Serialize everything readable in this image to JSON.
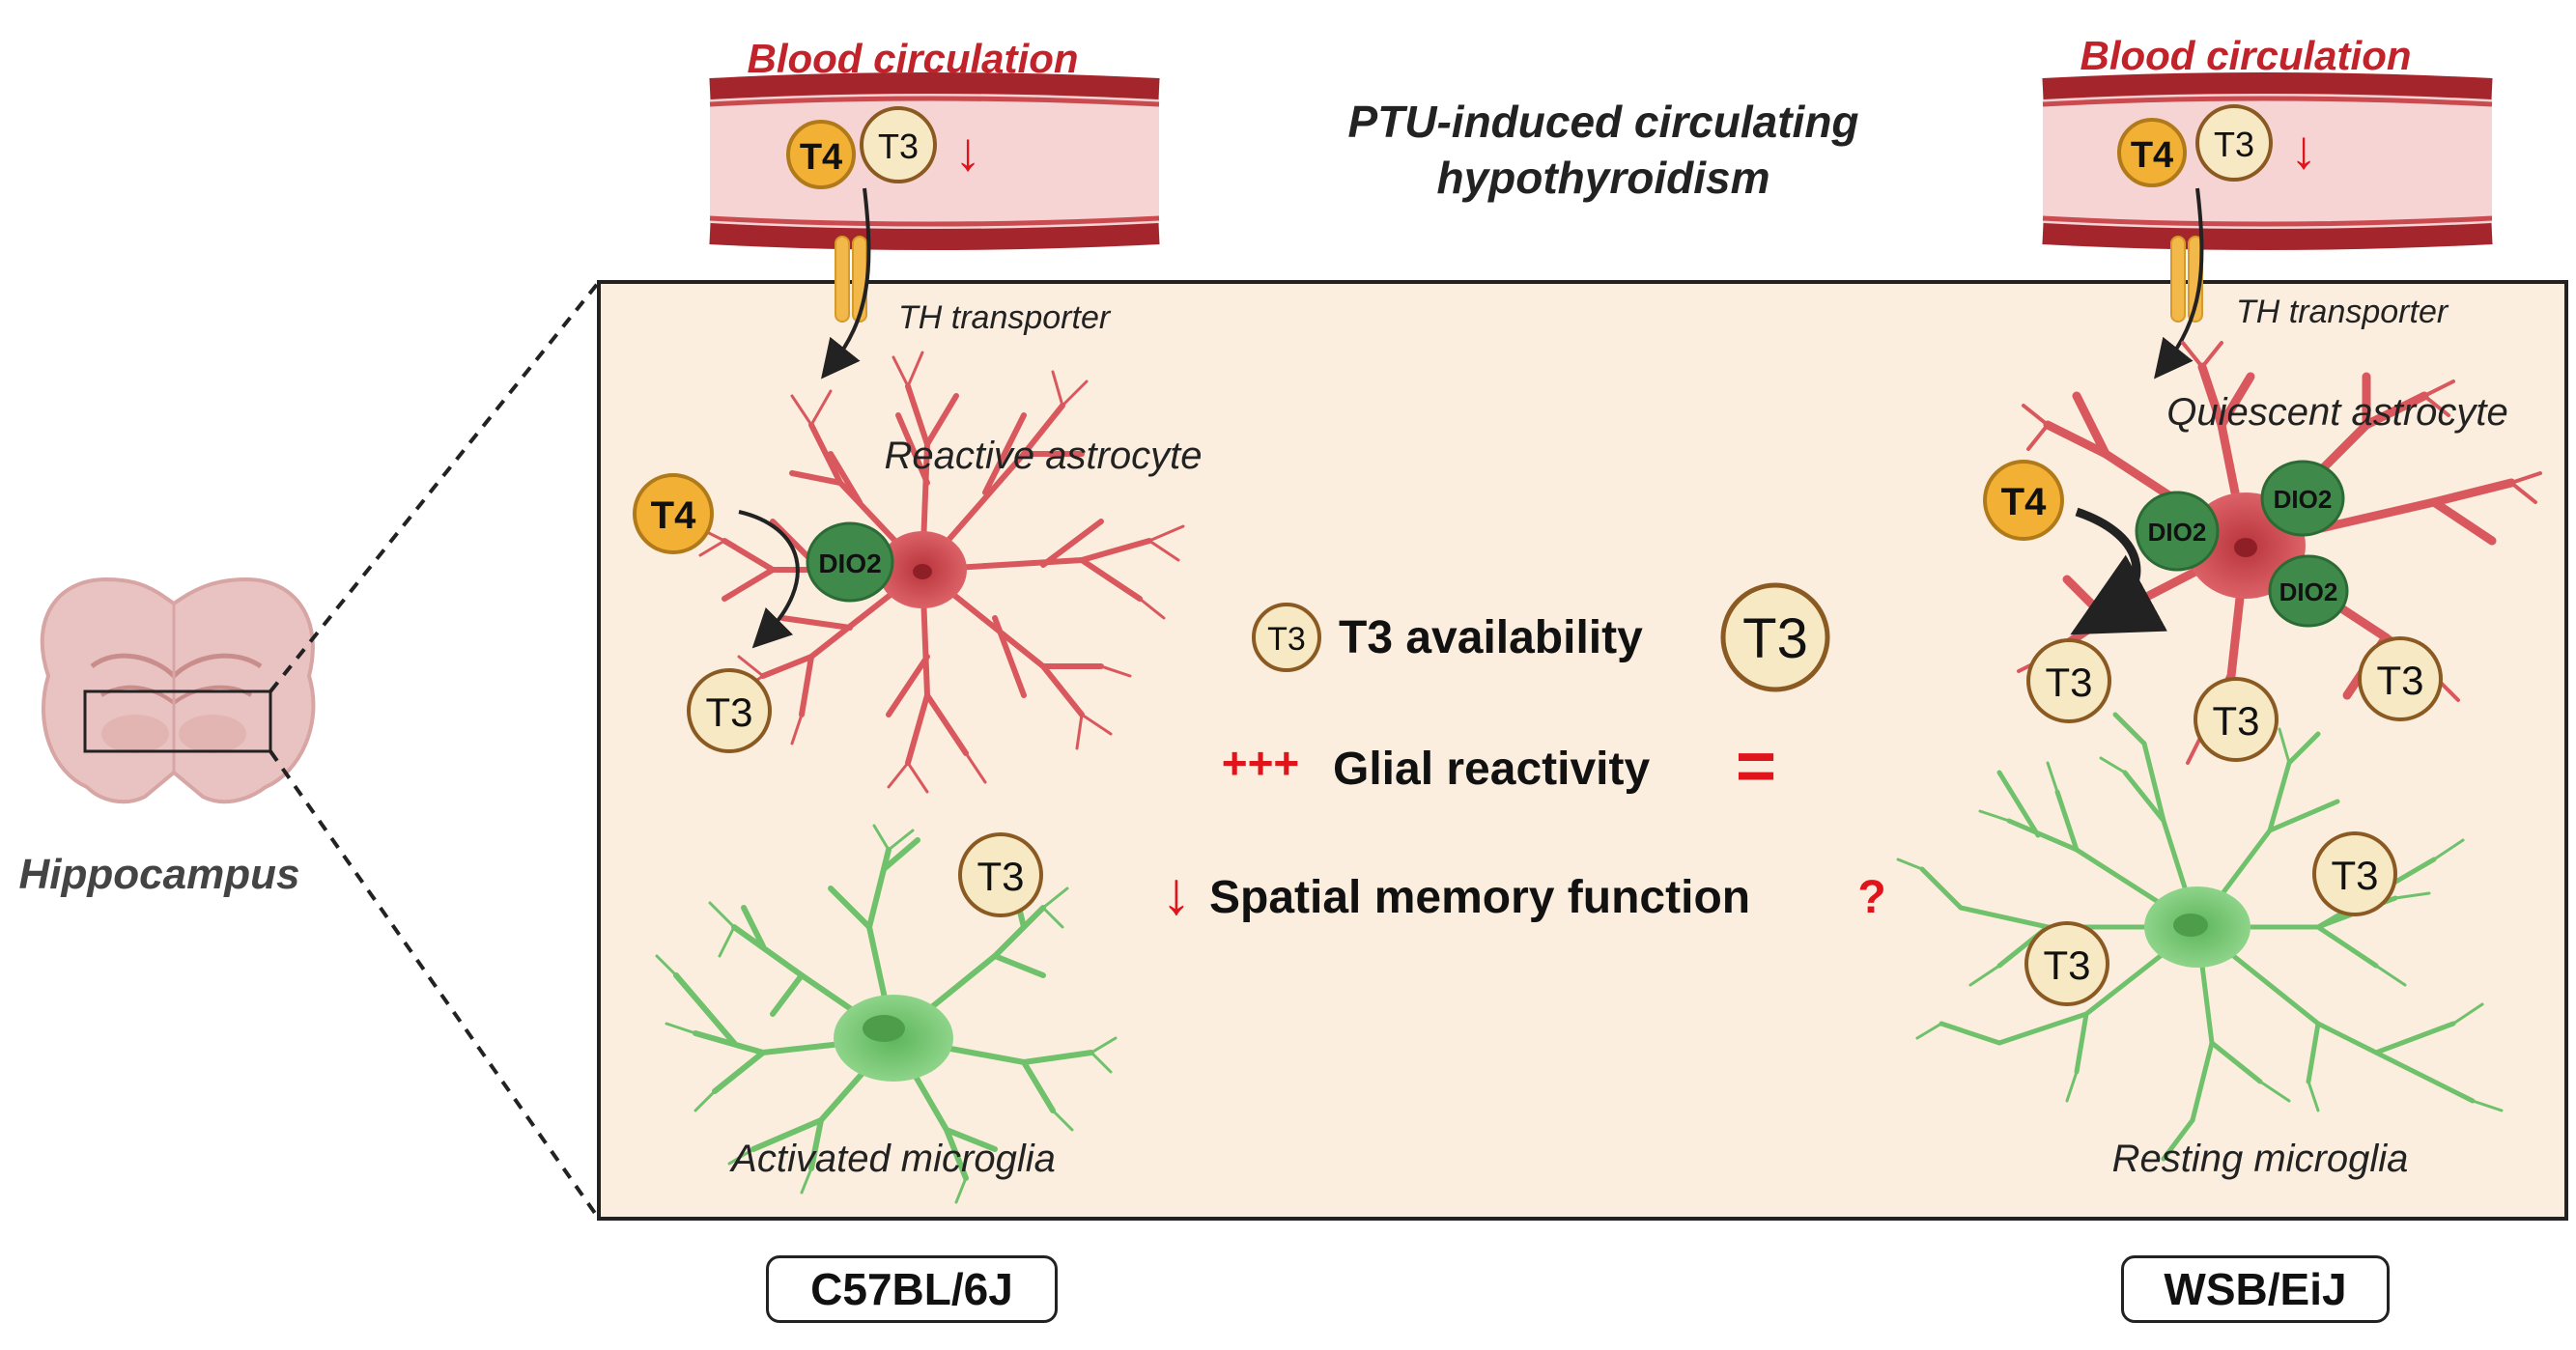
{
  "title": "PTU-induced circulating hypothyroidism",
  "region_label": "Hippocampus",
  "left": {
    "strain": "C57BL/6J",
    "blood_label": "Blood circulation",
    "transporter_label": "TH transporter",
    "astrocyte_label": "Reactive astrocyte",
    "microglia_label": "Activated microglia"
  },
  "right": {
    "strain": "WSB/EiJ",
    "blood_label": "Blood circulation",
    "transporter_label": "TH transporter",
    "astrocyte_label": "Quiescent astrocyte",
    "microglia_label": "Resting microglia"
  },
  "hormones": {
    "t4": "T4",
    "t3": "T3",
    "enzyme": "DIO2"
  },
  "summary": {
    "availability": "T3 availability",
    "reactivity": "Glial reactivity",
    "reactivity_left_mark": "+++",
    "reactivity_right_mark": "=",
    "memory": "Spatial memory function",
    "memory_left_mark": "↓",
    "memory_right_mark": "?",
    "blood_arrow": "↓"
  },
  "colors": {
    "background_panel": "#fbeede",
    "vessel_wall": "#a4262c",
    "vessel_lumen": "#f7d4d4",
    "t4_fill": "#f2b134",
    "t3_fill": "#f7e9c3",
    "t3_stroke": "#8a5a22",
    "dio2_fill": "#3f8a4a",
    "astrocyte": "#d9585e",
    "microglia": "#6fc16b",
    "accent_red": "#e0141b"
  }
}
